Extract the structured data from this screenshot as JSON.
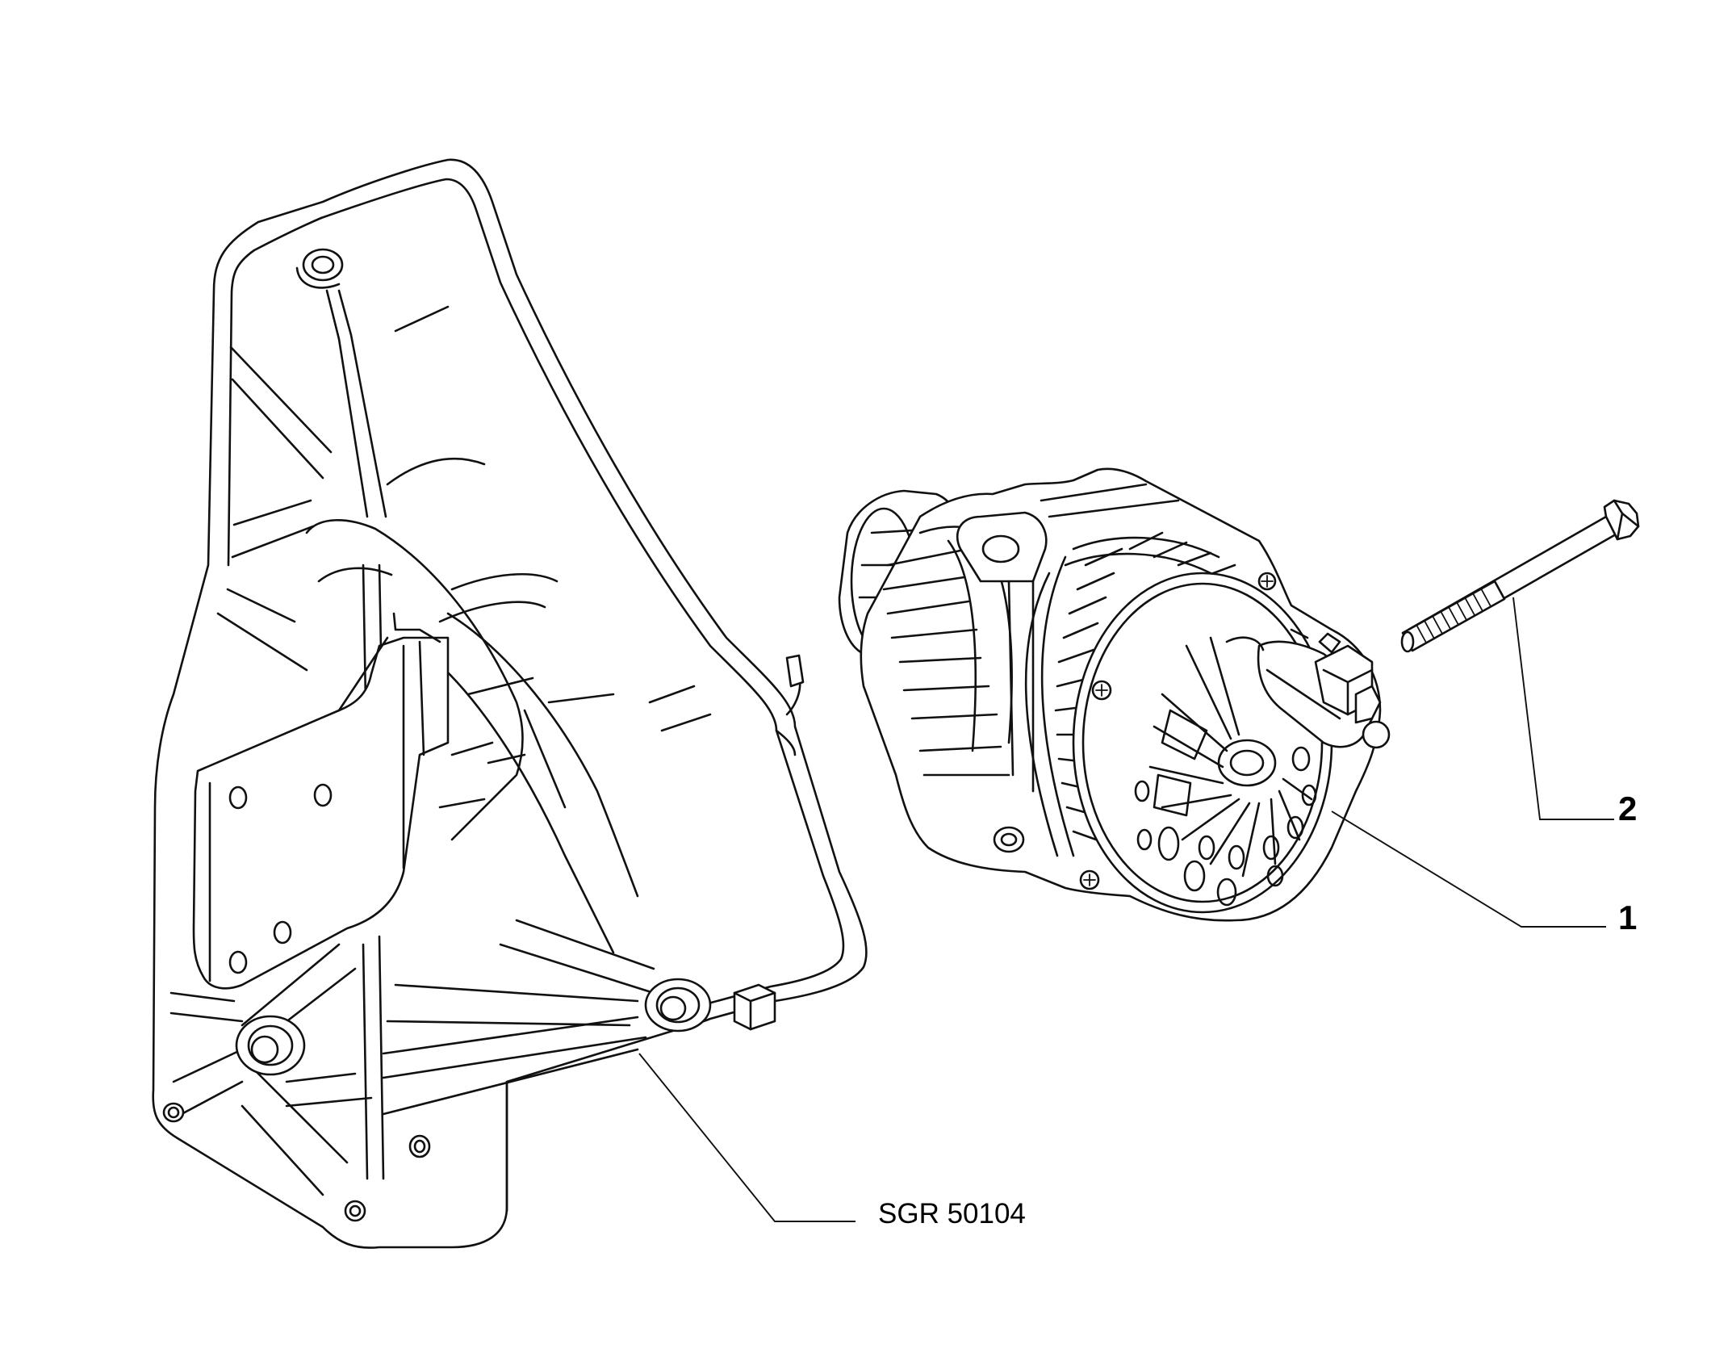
{
  "callouts": {
    "alternator": "1",
    "bolt": "2",
    "bracket_ref": "SGR 50104"
  }
}
